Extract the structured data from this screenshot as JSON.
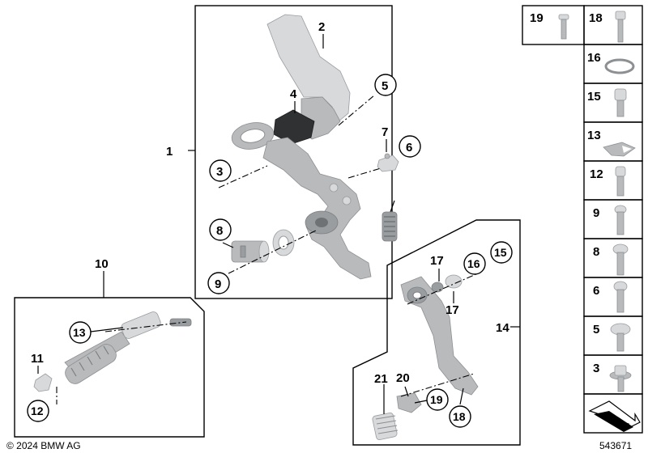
{
  "callouts": {
    "c1": "1",
    "c2": "2",
    "c3": "3",
    "c4": "4",
    "c5": "5",
    "c6": "6",
    "c7": "7",
    "c8": "8",
    "c9": "9",
    "c10": "10",
    "c11": "11",
    "c12": "12",
    "c13": "13",
    "c14": "14",
    "c15": "15",
    "c16": "16",
    "c17a": "17",
    "c17b": "17",
    "c18": "18",
    "c19": "19",
    "c20": "20",
    "c21": "21"
  },
  "parts_list": {
    "top_left": "19",
    "top_right": "18",
    "rows": [
      "16",
      "15",
      "13",
      "12",
      "9",
      "8",
      "6",
      "5",
      "3"
    ]
  },
  "footer": {
    "copyright": "© 2024 BMW AG",
    "diagram_number": "543671"
  }
}
